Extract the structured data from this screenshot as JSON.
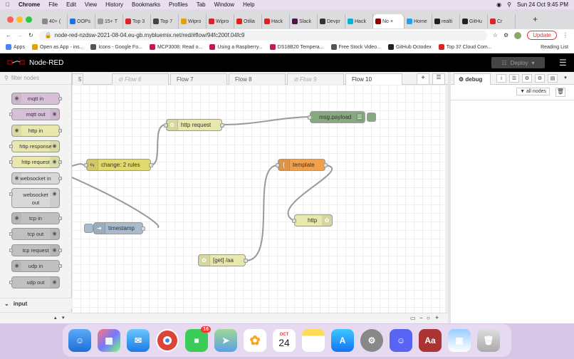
{
  "menubar": {
    "app": "Chrome",
    "items": [
      "File",
      "Edit",
      "View",
      "History",
      "Bookmarks",
      "Profiles",
      "Tab",
      "Window",
      "Help"
    ],
    "datetime": "Sun 24 Oct  9:45 PM"
  },
  "browser": {
    "tabs": [
      {
        "label": "40+ (",
        "color": "#888"
      },
      {
        "label": "OOPs",
        "color": "#1a73e8"
      },
      {
        "label": "15+ T",
        "color": "#999"
      },
      {
        "label": "Top 3",
        "color": "#d22"
      },
      {
        "label": "Top 7",
        "color": "#444"
      },
      {
        "label": "Wipro",
        "color": "#e8a000"
      },
      {
        "label": "Wipro",
        "color": "#d22"
      },
      {
        "label": "Otilia",
        "color": "#d22"
      },
      {
        "label": "Hack",
        "color": "#d22"
      },
      {
        "label": "Slack",
        "color": "#4a154b"
      },
      {
        "label": "Devpr",
        "color": "#333"
      },
      {
        "label": "Hack",
        "color": "#00b4d8"
      },
      {
        "label": "No",
        "color": "#8f0000",
        "active": true
      },
      {
        "label": "Home",
        "color": "#1da1f2"
      },
      {
        "label": "realti",
        "color": "#222"
      },
      {
        "label": "GitHu",
        "color": "#222"
      },
      {
        "label": "Cr",
        "color": "#d22"
      }
    ],
    "url": "node-red-nzdsw-2021-08-04.eu-gb.mybluemix.net/red/#flow/94fc200f.04fc9",
    "update_label": "Update",
    "bookmarks": [
      "Apps",
      "Open as App - ins...",
      "Icons - Google Fo...",
      "MCP3008: Read o...",
      "Using a Raspberry...",
      "DS18B20 Tempera...",
      "Free Stock Video...",
      "GitHub Octodex",
      "Top 37 Cloud Com..."
    ],
    "reading_list": "Reading List"
  },
  "nodered": {
    "title": "Node-RED",
    "deploy_label": "Deploy",
    "filter_placeholder": "filter nodes",
    "palette": [
      "mqtt in",
      "mqtt out",
      "http in",
      "http response",
      "http request",
      "websocket in",
      "websocket out",
      "tcp in",
      "tcp out",
      "tcp request",
      "udp in",
      "udp out"
    ],
    "category": "input",
    "tabs": [
      {
        "label": "5"
      },
      {
        "label": "Flow 6",
        "disabled": true
      },
      {
        "label": "Flow 7"
      },
      {
        "label": "Flow 8"
      },
      {
        "label": "Flow 9",
        "disabled": true
      },
      {
        "label": "Flow 10",
        "active": true
      }
    ],
    "nodes": {
      "change": "change: 2 rules",
      "http_request": "http request",
      "msg_payload": "msg.payload",
      "template": "template",
      "timestamp": "timestamp",
      "http": "http",
      "get": "[get] /aa"
    },
    "sidebar": {
      "tab": "debug",
      "filter_label": "all nodes"
    }
  },
  "dock": {
    "calendar_month": "OCT",
    "calendar_day": "24",
    "facetime_badge": "16"
  }
}
